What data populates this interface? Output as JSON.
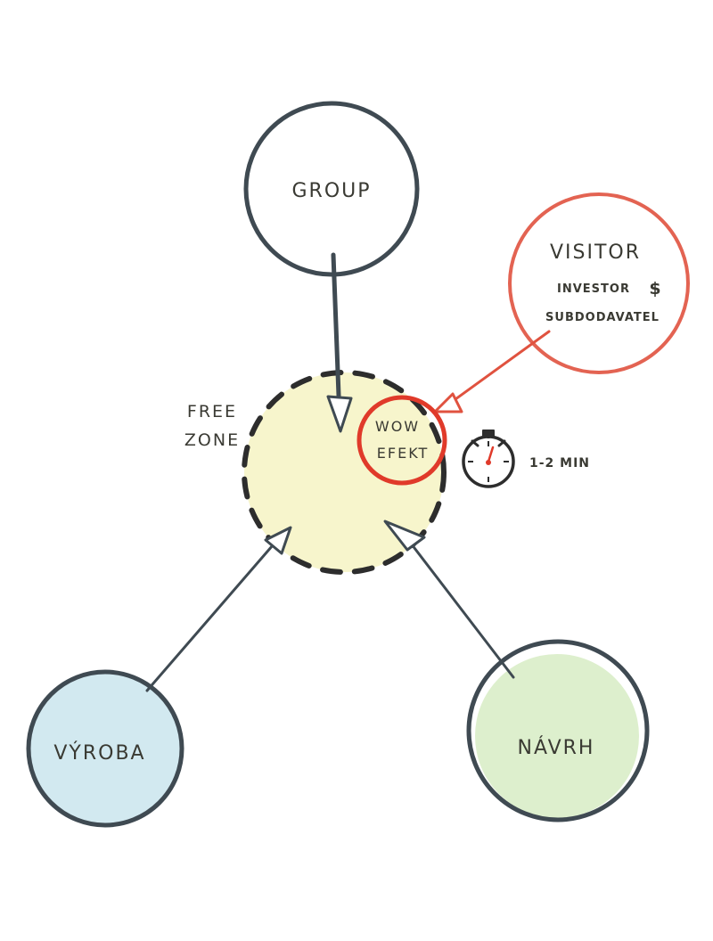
{
  "nodes": {
    "group": {
      "label": "GROUP"
    },
    "visitor": {
      "label": "VISITOR",
      "sub1": "INVESTOR",
      "sub1_symbol": "$",
      "sub2": "SUBDODAVATEL"
    },
    "free_zone": {
      "line1": "FREE",
      "line2": "ZONE"
    },
    "wow": {
      "line1": "WOW",
      "line2": "EFEKT"
    },
    "timer": {
      "label": "1-2 MIN",
      "icon": "stopwatch-icon"
    },
    "vyroba": {
      "label": "VÝROBA"
    },
    "navrh": {
      "label": "NÁVRH"
    }
  },
  "colors": {
    "ink": "#3f4a52",
    "red": "#e0523f",
    "yellow_fill": "#f2f0b0",
    "blue_fill": "#bfe0ea",
    "green_fill": "#cfe8b8"
  }
}
